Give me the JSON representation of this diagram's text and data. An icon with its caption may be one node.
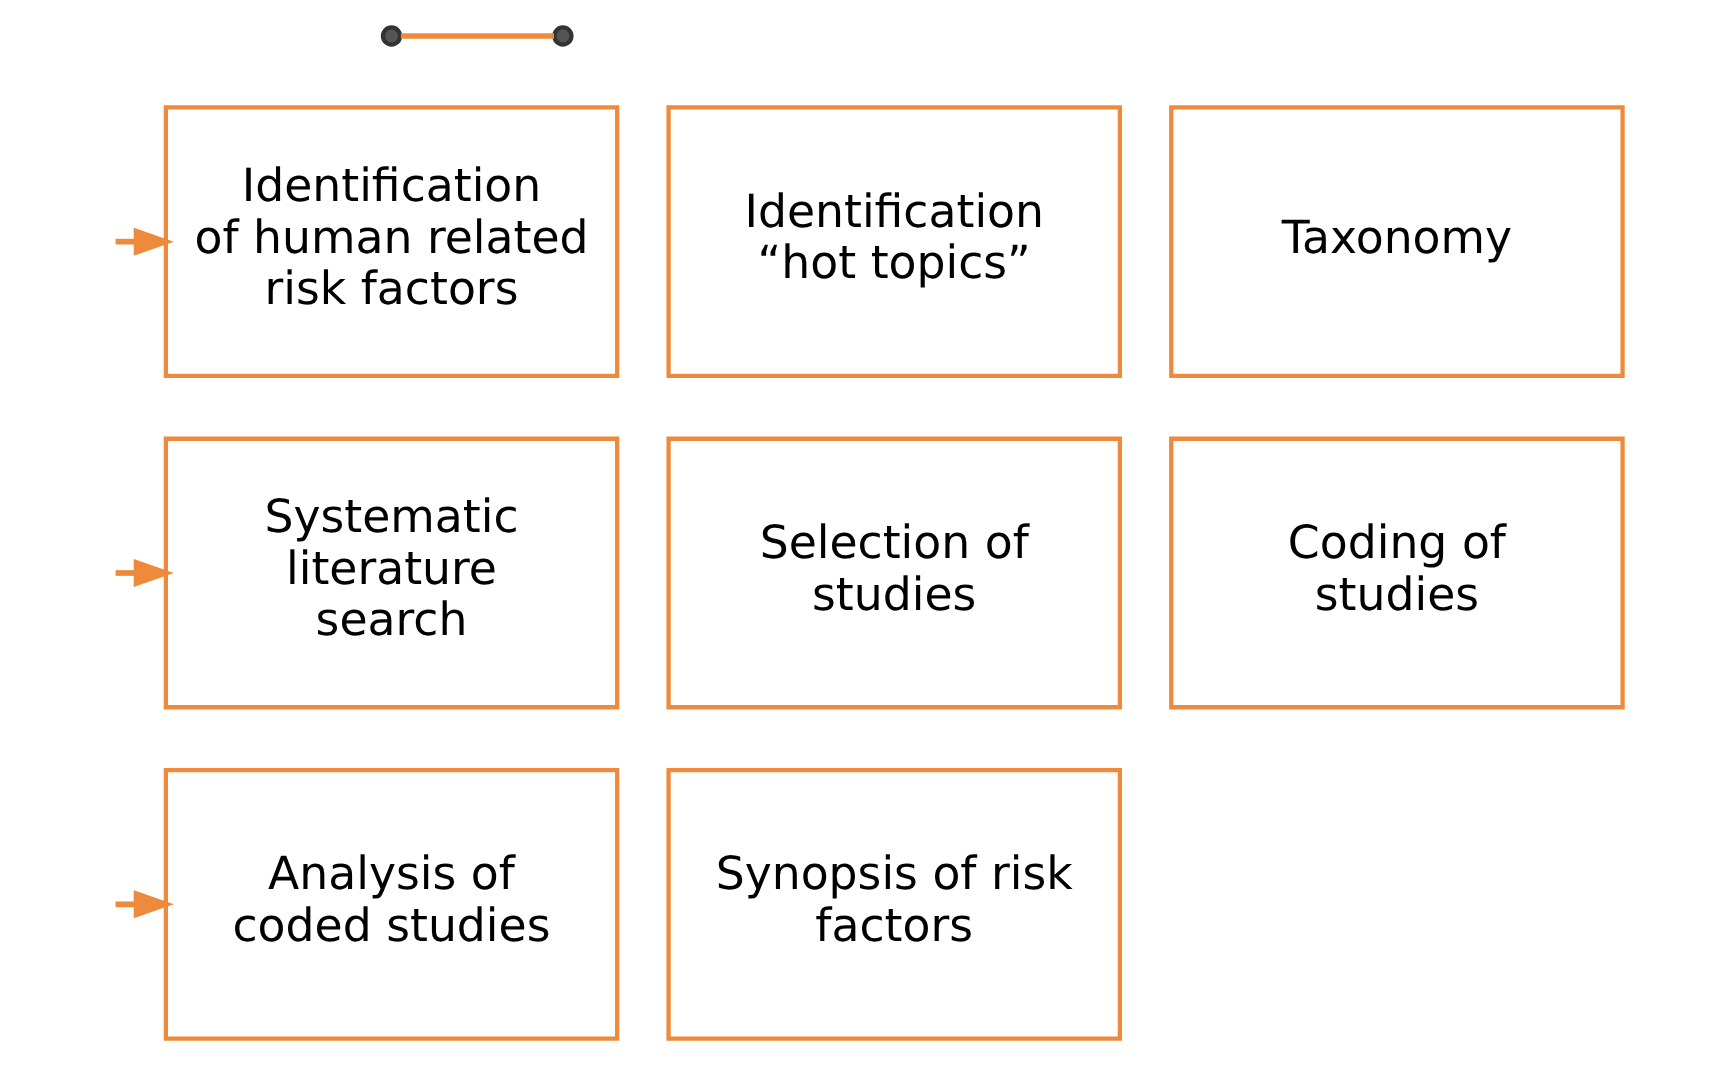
{
  "diagram": {
    "nodes": [
      {
        "text": [],
        "shape": "circle"
      },
      {
        "text": [],
        "shape": "circle"
      },
      {
        "text": [
          "Identification of human related risk factors"
        ]
      },
      {
        "text": [
          "Identification “hot topics”"
        ]
      },
      {
        "text": [
          "Taxonomy"
        ]
      },
      {
        "text": [
          "Systematic literature search"
        ]
      },
      {
        "text": [
          "Selection of studies"
        ]
      },
      {
        "text": [
          "Coding of studies"
        ]
      },
      {
        "text": [
          "Analysis of coded studies"
        ]
      },
      {
        "text": [
          "Synopsis of risk factors"
        ]
      }
    ],
    "edges": [
      {
        "from": 0,
        "to": 1,
        "arrow": "none"
      },
      {
        "from": null,
        "to": 2,
        "arrow": "to"
      },
      {
        "from": null,
        "to": 5,
        "arrow": "to"
      },
      {
        "from": null,
        "to": 8,
        "arrow": "to"
      }
    ]
  }
}
